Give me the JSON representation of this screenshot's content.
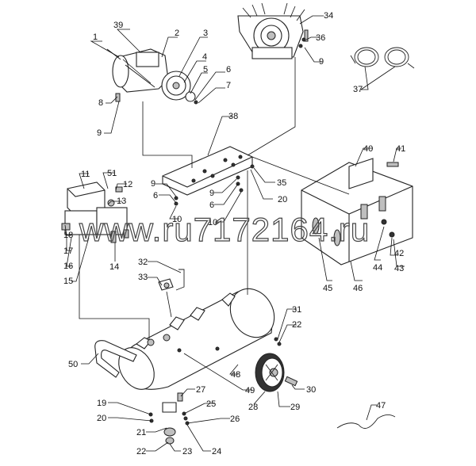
{
  "watermark": "www.ru7172164.ru",
  "callouts": [
    "1",
    "2",
    "3",
    "4",
    "5",
    "6",
    "7",
    "8",
    "9",
    "10",
    "11",
    "12",
    "13",
    "14",
    "15",
    "16",
    "17",
    "18",
    "19",
    "20",
    "21",
    "22",
    "23",
    "24",
    "25",
    "26",
    "27",
    "28",
    "29",
    "30",
    "31",
    "32",
    "33",
    "34",
    "35",
    "36",
    "37",
    "38",
    "39",
    "40",
    "41",
    "42",
    "43",
    "44",
    "45",
    "46",
    "47",
    "48",
    "49",
    "50",
    "51"
  ]
}
